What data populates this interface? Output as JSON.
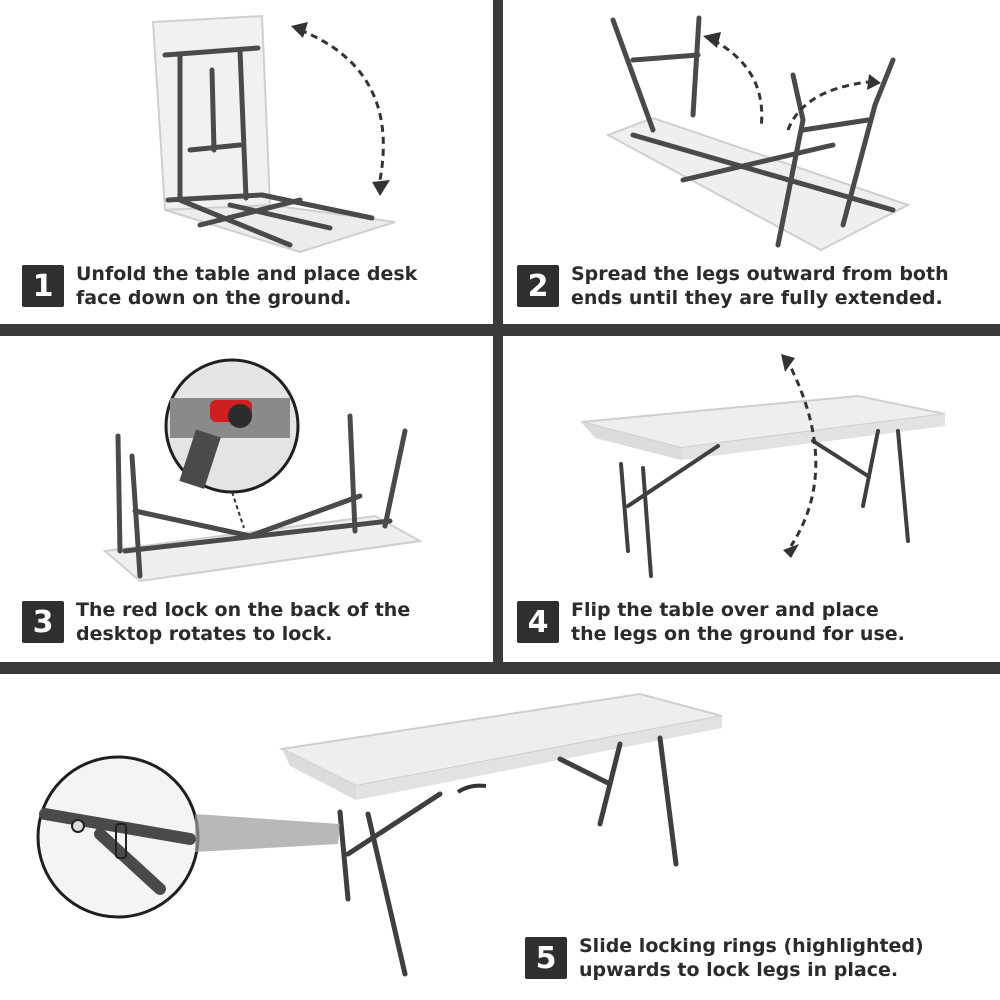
{
  "steps": [
    {
      "number": "1",
      "line1": "Unfold the table and place desk",
      "line2": "face down on the ground."
    },
    {
      "number": "2",
      "line1": "Spread the legs outward from both",
      "line2": "ends until they are fully extended."
    },
    {
      "number": "3",
      "line1": "The red lock on the back of the",
      "line2": "desktop rotates to lock."
    },
    {
      "number": "4",
      "line1": "Flip the table over and place",
      "line2": "the legs on the ground for use."
    },
    {
      "number": "5",
      "line1": "Slide locking rings (highlighted)",
      "line2": "upwards to lock legs in place."
    }
  ],
  "colors": {
    "divider": "#3a3a3a",
    "badge": "#2f2f2f",
    "tabletop": "#eeeeee",
    "frame": "#4a4a4a",
    "lock": "#d01f1f"
  },
  "icons": [
    "dashed-curved-arrow-icon",
    "zoom-lens-icon"
  ]
}
